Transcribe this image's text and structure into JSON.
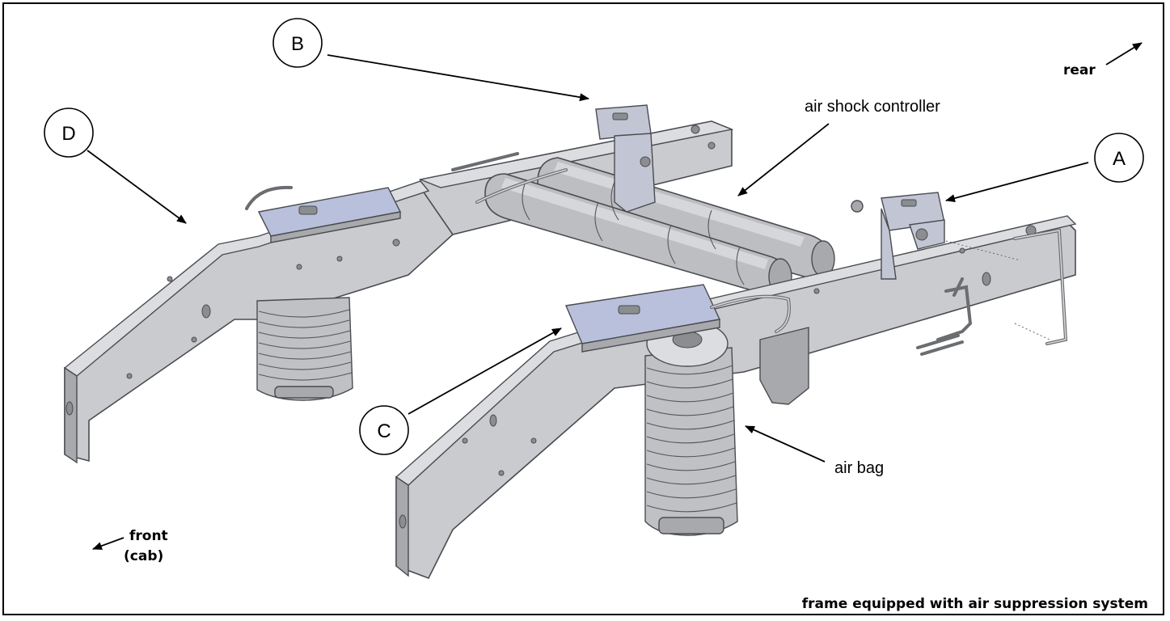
{
  "callouts": {
    "a": "A",
    "b": "B",
    "c": "C",
    "d": "D"
  },
  "labels": {
    "air_shock_controller": "air shock controller",
    "air_bag": "air bag",
    "rear": "rear",
    "front_line1": "front",
    "front_line2": "(cab)",
    "caption": "frame equipped with air suppression system"
  },
  "colors": {
    "frame_metal": "#c9cbcf",
    "bracket_blue": "#b9c0dc",
    "line": "#000000"
  }
}
